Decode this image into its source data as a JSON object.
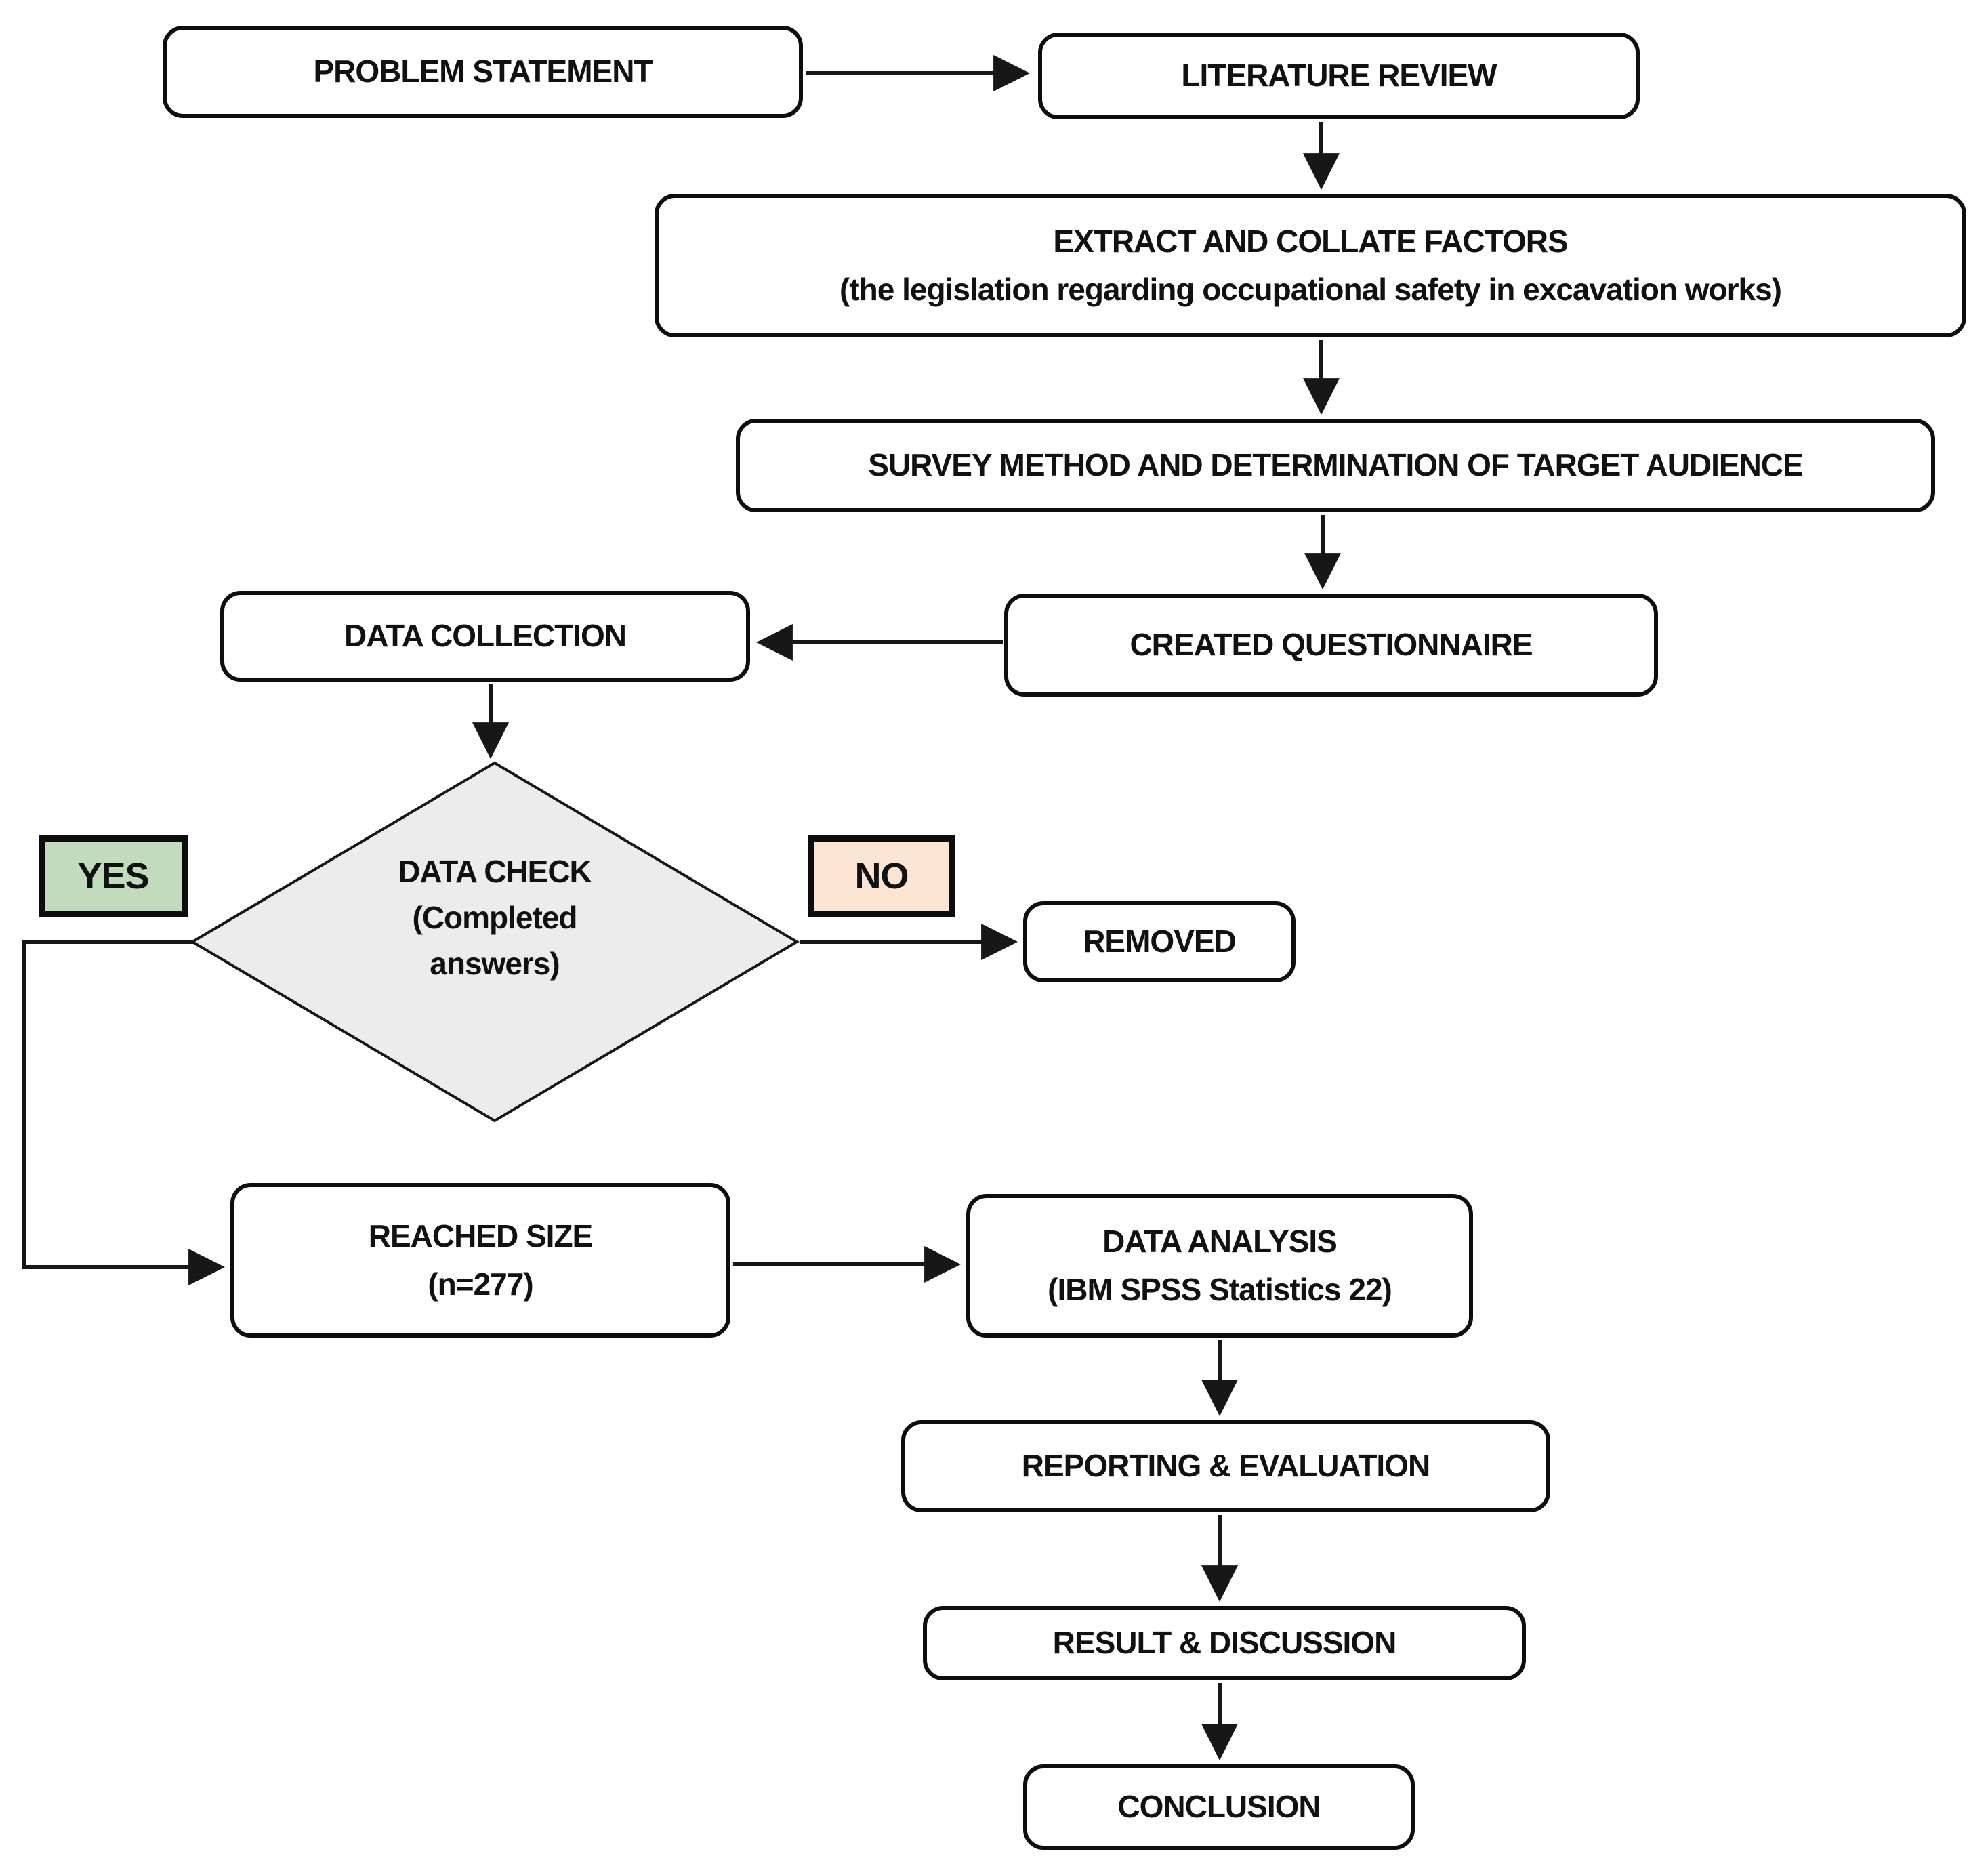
{
  "colors": {
    "background": "#ffffff",
    "box_fill": "#ffffff",
    "border": "#0d0d0d",
    "diamond_fill": "#ececec",
    "yes_fill": "#c2dbbd",
    "no_fill": "#fce5d3"
  },
  "nodes": {
    "problem": {
      "label": "PROBLEM STATEMENT"
    },
    "literature": {
      "label": "LITERATURE REVIEW"
    },
    "extract": {
      "line1": "EXTRACT AND COLLATE FACTORS",
      "line2": "(the legislation regarding occupational safety in excavation works)"
    },
    "survey": {
      "label": "SURVEY METHOD AND DETERMINATION OF TARGET AUDIENCE"
    },
    "created": {
      "label": "CREATED QUESTIONNAIRE"
    },
    "collection": {
      "label": "DATA COLLECTION"
    },
    "check": {
      "line1": "DATA CHECK",
      "line2": "(Completed",
      "line3": "answers)"
    },
    "yes": {
      "label": "YES"
    },
    "no": {
      "label": "NO"
    },
    "removed": {
      "label": "REMOVED"
    },
    "reached": {
      "line1": "REACHED SIZE",
      "line2": "(n=277)"
    },
    "analysis": {
      "line1": "DATA ANALYSIS",
      "line2": "(IBM SPSS Statistics 22)"
    },
    "reporting": {
      "label": "REPORTING & EVALUATION"
    },
    "result": {
      "label": "RESULT & DISCUSSION"
    },
    "conclusion": {
      "label": "CONCLUSION"
    }
  }
}
